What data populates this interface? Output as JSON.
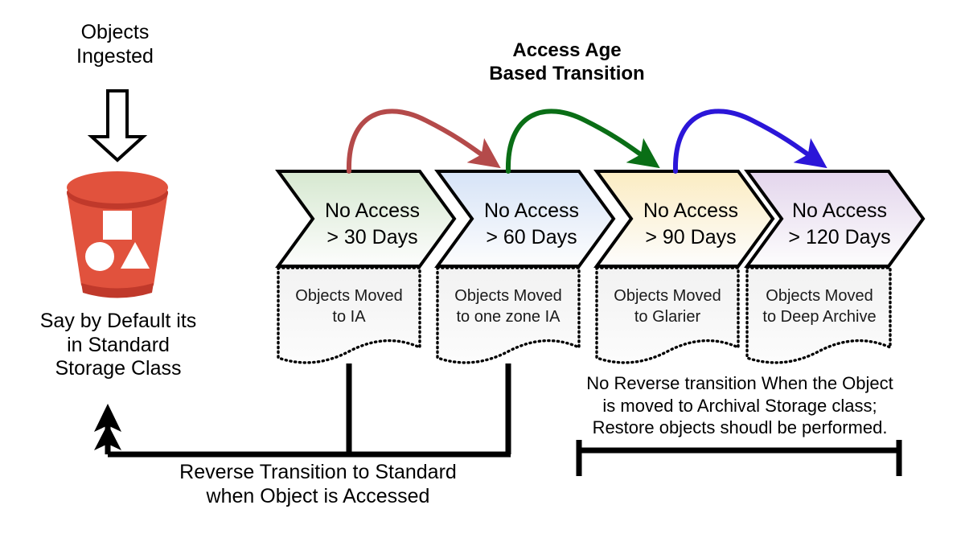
{
  "labels": {
    "objects_ingested": "Objects\nIngested",
    "title": "Access Age\nBased Transition",
    "default_storage": "Say by Default its\nin Standard\nStorage Class",
    "reverse_transition": "Reverse Transition to Standard\nwhen Object is Accessed",
    "no_reverse": "No Reverse transition When the Object\nis moved to Archival Storage class;\nRestore objects shoudl be performed."
  },
  "bucket": {
    "name": "s3-bucket-icon",
    "color": "#e1523d",
    "shade": "#c0392b"
  },
  "stages": [
    {
      "id": "stage-30",
      "chevron_label": "No Access\n> 30 Days",
      "doc_label": "Objects Moved\nto IA",
      "fill": "#d6e8d0",
      "arrow_color": "#b44a4a"
    },
    {
      "id": "stage-60",
      "chevron_label": "No Access\n> 60 Days",
      "doc_label": "Objects Moved\nto one zone IA",
      "fill": "#d6e3f7",
      "arrow_color": "#0a6e16"
    },
    {
      "id": "stage-90",
      "chevron_label": "No Access\n> 90 Days",
      "doc_label": "Objects Moved\nto Glarier",
      "fill": "#fbecc2",
      "arrow_color": "#2b16d8"
    },
    {
      "id": "stage-120",
      "chevron_label": "No Access\n> 120 Days",
      "doc_label": "Objects Moved\nto Deep Archive",
      "fill": "#e3d5ec",
      "arrow_color": ""
    }
  ],
  "colors": {
    "outline": "#000000",
    "red_arrow": "#b44a4a",
    "green_arrow": "#0a6e16",
    "blue_arrow": "#2b16d8"
  },
  "icons": {
    "ingest_arrow": "arrow-down-icon",
    "reverse_arrow": "arrow-up-icon"
  }
}
